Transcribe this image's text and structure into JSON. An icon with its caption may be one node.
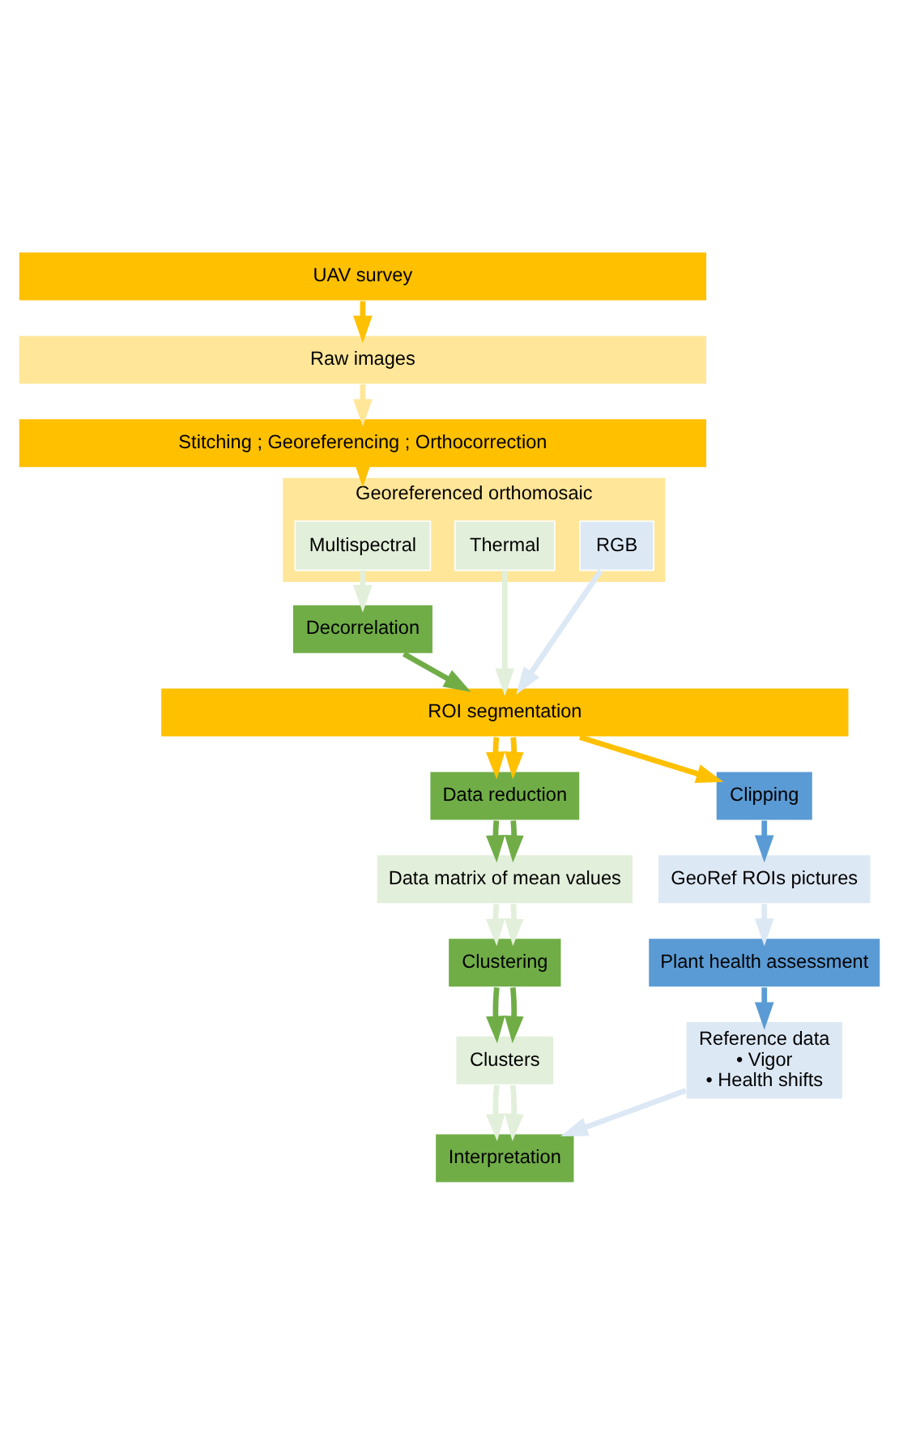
{
  "diagram": {
    "nodes": [
      {
        "text": [
          "UAV survey"
        ]
      },
      {
        "text": [
          "Raw images"
        ]
      },
      {
        "text": [
          "Stitching ; Georeferencing ; Orthocorrection"
        ]
      },
      {
        "text": [
          "Georeferenced orthomosaic"
        ]
      },
      {
        "text": [
          "Multispectral"
        ],
        "in": 3
      },
      {
        "text": [
          "Thermal"
        ],
        "in": 3
      },
      {
        "text": [
          "RGB"
        ],
        "in": 3
      },
      {
        "text": [
          "Decorrelation"
        ]
      },
      {
        "text": [
          "ROI segmentation"
        ]
      },
      {
        "text": [
          "Data reduction"
        ]
      },
      {
        "text": [
          "Clipping"
        ]
      },
      {
        "text": [
          "Data matrix of mean values"
        ]
      },
      {
        "text": [
          "GeoRef ROIs pictures"
        ]
      },
      {
        "text": [
          "Clustering"
        ]
      },
      {
        "text": [
          "Plant health assessment"
        ]
      },
      {
        "text": [
          "Clusters"
        ]
      },
      {
        "text": [
          "Reference data",
          "• Vigor",
          "• Health shifts"
        ]
      },
      {
        "text": [
          "Interpretation"
        ]
      }
    ],
    "edges": [
      {
        "from": 0,
        "to": 1,
        "arrow": "to",
        "color": "#ffc000"
      },
      {
        "from": 1,
        "to": 2,
        "arrow": "to",
        "color": "#ffe699"
      },
      {
        "from": 2,
        "to": 3,
        "arrow": "to",
        "color": "#ffc000"
      },
      {
        "from": 4,
        "to": 7,
        "arrow": "to",
        "color": "#e2efda"
      },
      {
        "from": 5,
        "to": 8,
        "arrow": "to",
        "color": "#e2efda"
      },
      {
        "from": 6,
        "to": 8,
        "arrow": "to",
        "color": "#dde8f5"
      },
      {
        "from": 7,
        "to": 8,
        "arrow": "to",
        "color": "#70ad47"
      },
      {
        "from": 8,
        "to": 9,
        "arrow": "to",
        "color": "#ffc000"
      },
      {
        "from": 8,
        "to": 9,
        "arrow": "to",
        "color": "#ffc000"
      },
      {
        "from": 8,
        "to": 10,
        "arrow": "to",
        "color": "#ffc000"
      },
      {
        "from": 9,
        "to": 11,
        "arrow": "to",
        "color": "#70ad47"
      },
      {
        "from": 9,
        "to": 11,
        "arrow": "to",
        "color": "#70ad47"
      },
      {
        "from": 10,
        "to": 12,
        "arrow": "to",
        "color": "#5b9bd5"
      },
      {
        "from": 11,
        "to": 13,
        "arrow": "to",
        "color": "#e2efda"
      },
      {
        "from": 11,
        "to": 13,
        "arrow": "to",
        "color": "#e2efda"
      },
      {
        "from": 12,
        "to": 14,
        "arrow": "to",
        "color": "#dde8f5"
      },
      {
        "from": 13,
        "to": 15,
        "arrow": "to",
        "color": "#70ad47"
      },
      {
        "from": 13,
        "to": 15,
        "arrow": "to",
        "color": "#70ad47"
      },
      {
        "from": 14,
        "to": 16,
        "arrow": "to",
        "color": "#5b9bd5"
      },
      {
        "from": 15,
        "to": 17,
        "arrow": "to",
        "color": "#e2efda"
      },
      {
        "from": 15,
        "to": 17,
        "arrow": "to",
        "color": "#e2efda"
      },
      {
        "from": 16,
        "to": 17,
        "arrow": "to",
        "color": "#dde8f5"
      }
    ]
  }
}
